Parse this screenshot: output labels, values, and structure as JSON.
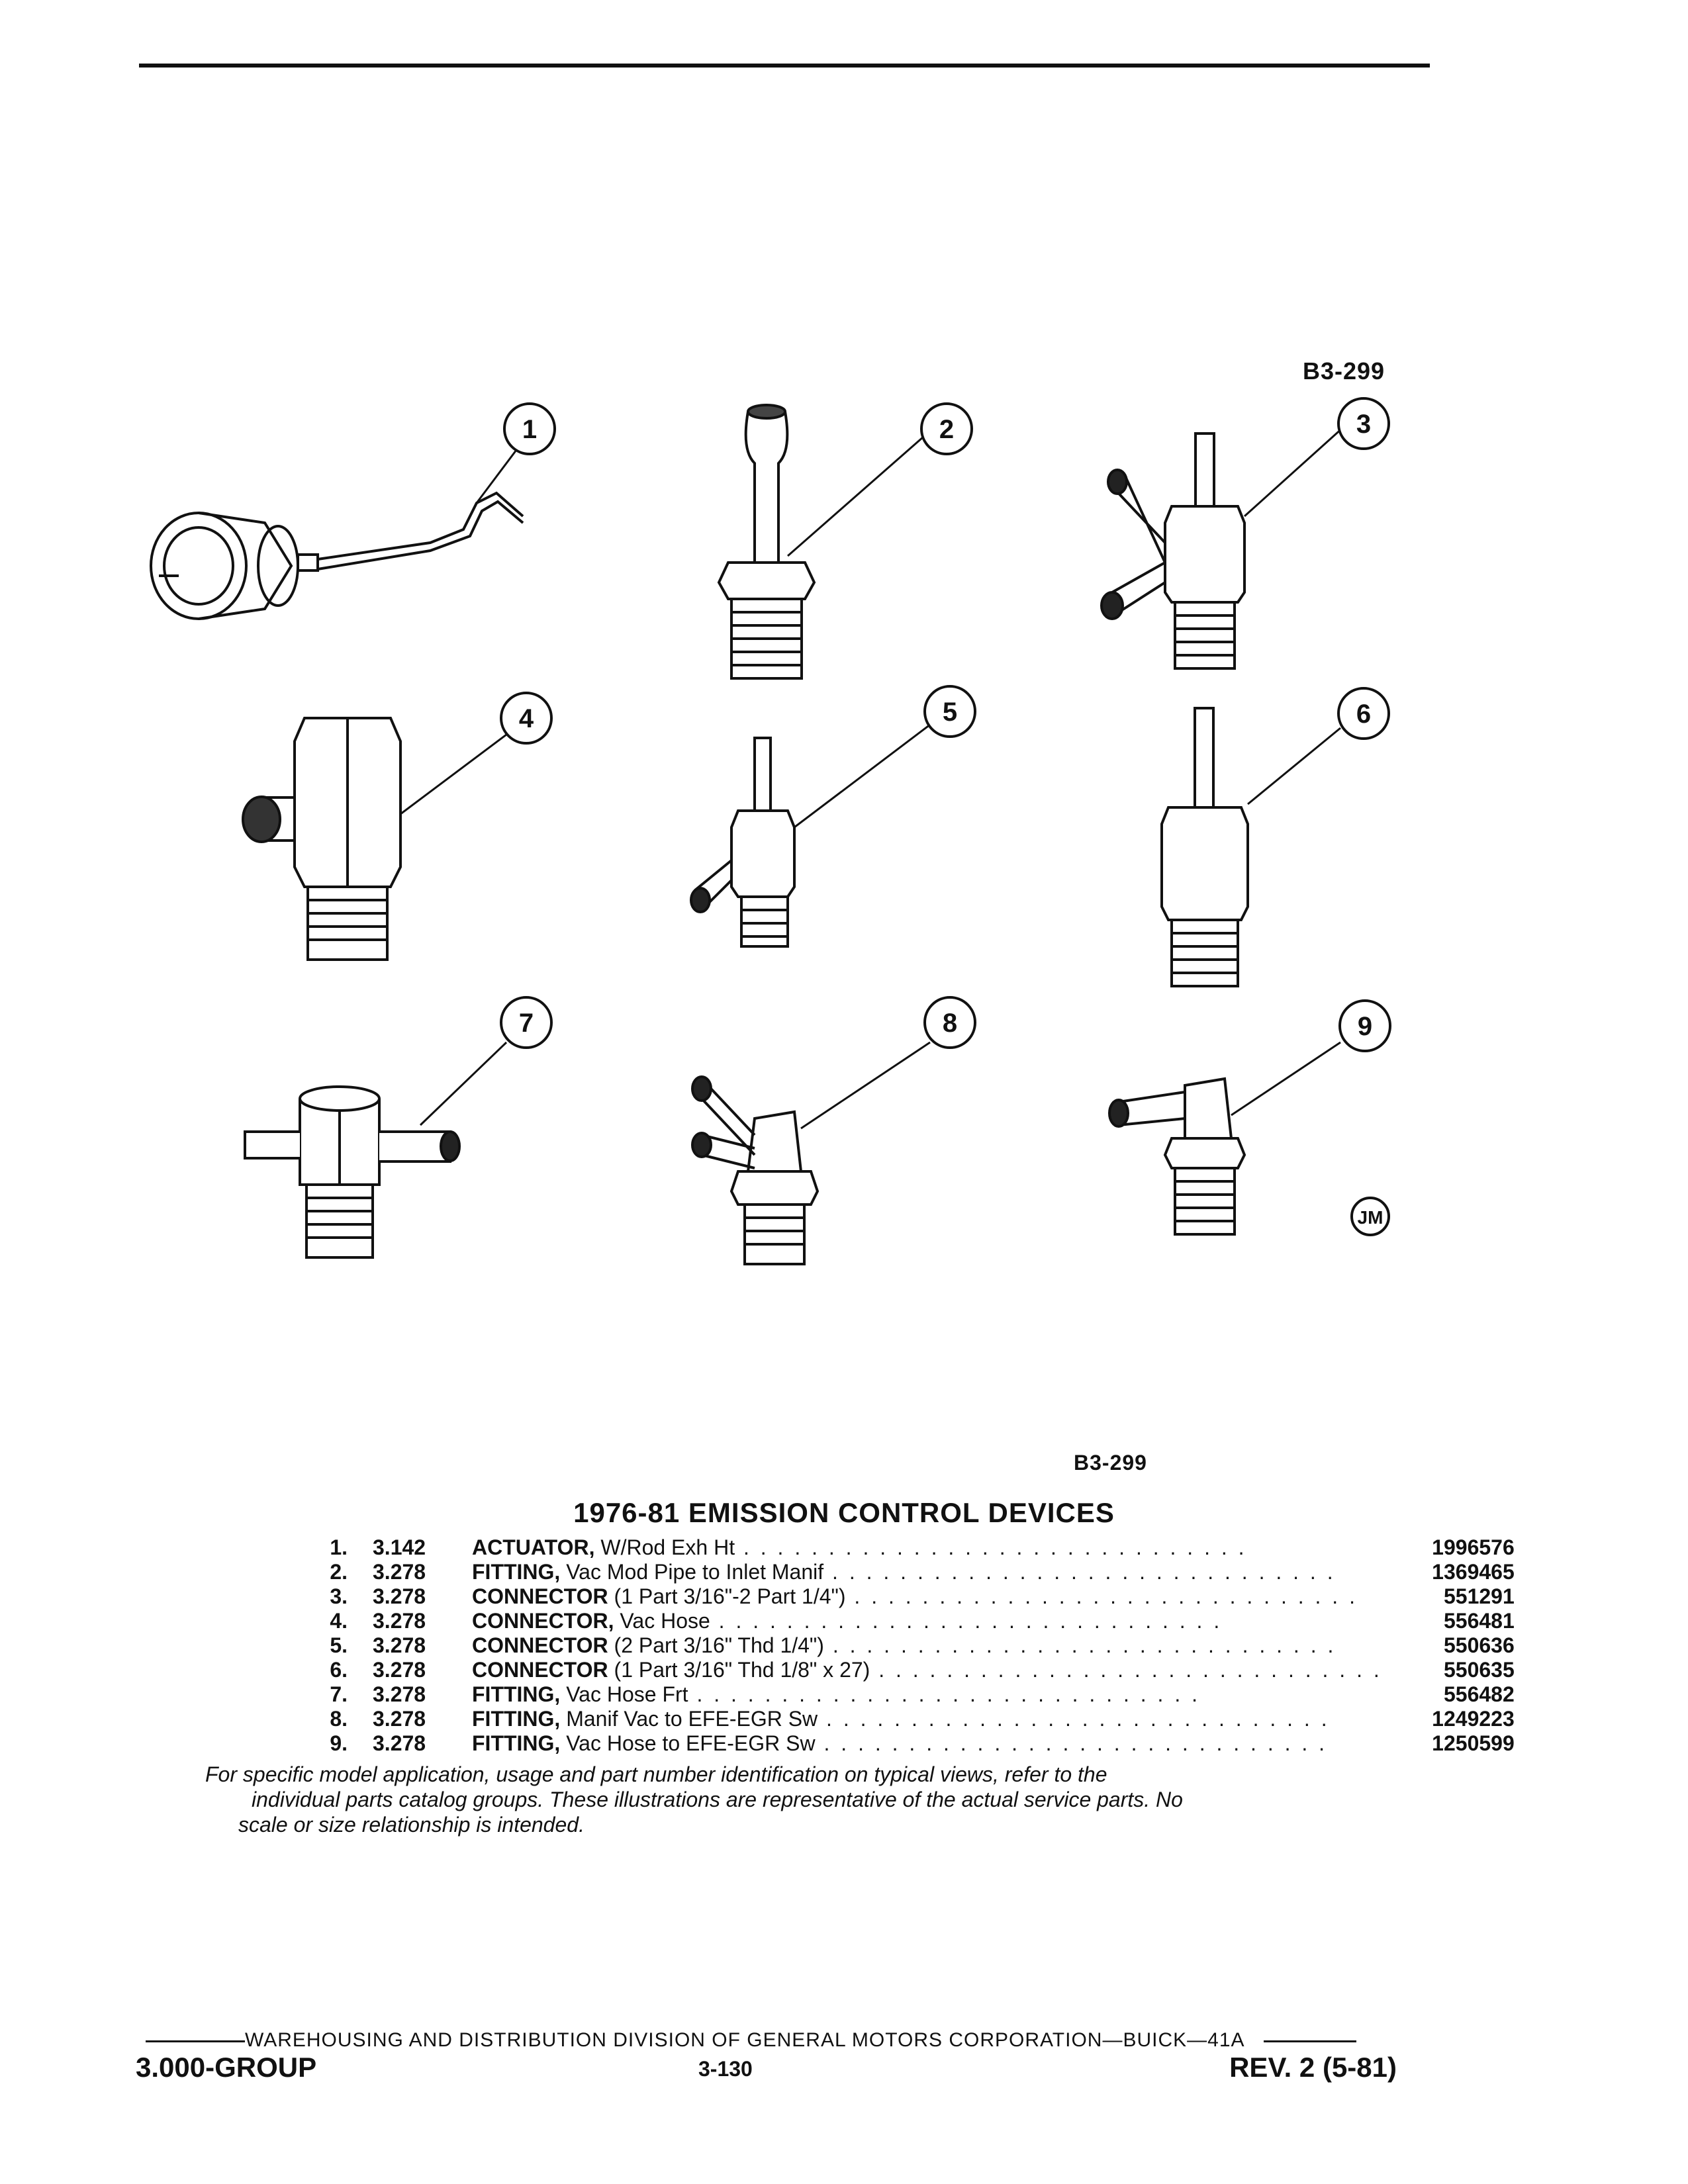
{
  "figure": {
    "code_top": "B3-299",
    "code_bottom": "B3-299",
    "artist_mark": "JM",
    "callouts": [
      "1",
      "2",
      "3",
      "4",
      "5",
      "6",
      "7",
      "8",
      "9"
    ]
  },
  "parts": {
    "title": "1976-81 EMISSION CONTROL DEVICES",
    "items": [
      {
        "num": "1.",
        "group": "3.142",
        "name": "ACTUATOR,",
        "detail": " W/Rod Exh Ht",
        "part_no": "1996576"
      },
      {
        "num": "2.",
        "group": "3.278",
        "name": "FITTING,",
        "detail": " Vac Mod Pipe to Inlet Manif",
        "part_no": "1369465"
      },
      {
        "num": "3.",
        "group": "3.278",
        "name": "CONNECTOR",
        "detail": " (1 Part 3/16\"-2 Part 1/4\")",
        "part_no": "551291"
      },
      {
        "num": "4.",
        "group": "3.278",
        "name": "CONNECTOR,",
        "detail": " Vac Hose",
        "part_no": "556481"
      },
      {
        "num": "5.",
        "group": "3.278",
        "name": "CONNECTOR",
        "detail": " (2 Part 3/16\" Thd 1/4\")",
        "part_no": "550636"
      },
      {
        "num": "6.",
        "group": "3.278",
        "name": "CONNECTOR",
        "detail": " (1 Part 3/16\" Thd 1/8\" x 27)",
        "part_no": "550635"
      },
      {
        "num": "7.",
        "group": "3.278",
        "name": "FITTING,",
        "detail": " Vac Hose Frt",
        "part_no": "556482"
      },
      {
        "num": "8.",
        "group": "3.278",
        "name": "FITTING,",
        "detail": " Manif Vac to EFE-EGR Sw",
        "part_no": "1249223"
      },
      {
        "num": "9.",
        "group": "3.278",
        "name": "FITTING,",
        "detail": " Vac Hose to EFE-EGR Sw",
        "part_no": "1250599"
      }
    ],
    "note_lines": [
      "For specific model application, usage and part number identification on typical views, refer to the",
      "individual parts catalog groups. These illustrations are representative of the actual service parts. No",
      "scale or size relationship is intended."
    ]
  },
  "footer": {
    "line": "WAREHOUSING AND DISTRIBUTION  DIVISION OF GENERAL MOTORS CORPORATION—BUICK—41A",
    "group": "3.000-GROUP",
    "page": "3-130",
    "rev": "REV. 2 (5-81)"
  }
}
